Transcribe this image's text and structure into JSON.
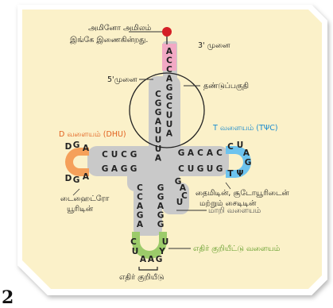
{
  "labels": {
    "amino_acid": [
      "அமினோ அமிலம்",
      "இங்கே இணைகின்றது."
    ],
    "three_prime": "3' முனை",
    "five_prime": "5'முனை",
    "stem": "தண்டுப்பகுதி",
    "d_loop": "D வளையம் (DHU)",
    "t_loop": "T வளையம் (TΨC)",
    "dihydrouridine": [
      "டைஹைட்ரோ",
      "யூரிடின்"
    ],
    "thymine_pseudo": [
      "தைமிடின், சூடோயூரிடைன்",
      "மற்றும் சைடிடின்"
    ],
    "variable_loop": "மாறி வளையம்",
    "anticodon_loop": "எதிர் குறியீட்டு வளையம்",
    "anticodon": "எதிர் குறியீடு",
    "stray": "2"
  },
  "bases": {
    "acceptor_left": [
      "C",
      "G",
      "G",
      "A",
      "U",
      "U",
      "U",
      "A"
    ],
    "acceptor_right": [
      "A",
      "C",
      "C",
      "A",
      "G",
      "G",
      "C",
      "U",
      "U",
      "A"
    ],
    "d_arm_top": [
      "C",
      "U",
      "C",
      "G"
    ],
    "d_arm_bottom": [
      "G",
      "A",
      "G",
      "G"
    ],
    "d_loop": [
      "D",
      "G",
      "A",
      "D",
      "G",
      "A"
    ],
    "t_arm_top": [
      "G",
      "A",
      "C",
      "A",
      "C"
    ],
    "t_arm_bottom": [
      "C",
      "U",
      "G",
      "U",
      "G"
    ],
    "t_loop": [
      "C",
      "U",
      "A",
      "G",
      "T",
      "Ψ"
    ],
    "anticodon_left": [
      "C",
      "C",
      "A",
      "G",
      "A"
    ],
    "anticodon_right": [
      "G",
      "G",
      "A",
      "G",
      "G"
    ],
    "anticodon_loop": [
      "C",
      "U",
      "Y",
      "U",
      "A",
      "A",
      "G"
    ],
    "variable_loop": [
      "G",
      "A",
      "C",
      "U"
    ]
  },
  "colors": {
    "panel": "#fbf1c9",
    "backbone": "#c9c9c9",
    "d_loop": "#f5a05a",
    "t_loop": "#6dc3ee",
    "anticodon_loop": "#9ccb6a",
    "acceptor_tip": "#f2a9c4",
    "amino_dot": "#d41f26",
    "d_label": "#e2611f",
    "t_label": "#1b8ccf",
    "anticodon_label": "#5c9a23"
  }
}
